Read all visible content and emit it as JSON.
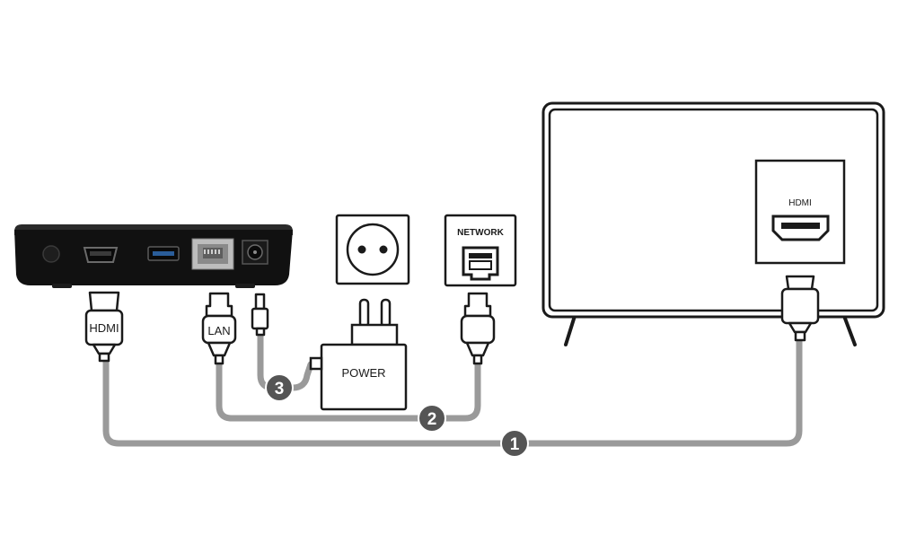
{
  "labels": {
    "hdmi_plug": "HDMI",
    "lan_plug": "LAN",
    "power_adapter": "POWER",
    "network_port": "NETWORK",
    "tv_hdmi_port": "HDMI"
  },
  "steps": [
    "1",
    "2",
    "3"
  ],
  "colors": {
    "cable": "#9a9a9a",
    "outline": "#1a1a1a",
    "box_body": "#111111",
    "badge": "#555555",
    "usb_accent": "#2a5d9a"
  },
  "icons": [
    "set-top-box",
    "wall-socket-icon",
    "ethernet-port-icon",
    "tv-screen",
    "hdmi-port-icon",
    "power-adapter"
  ]
}
